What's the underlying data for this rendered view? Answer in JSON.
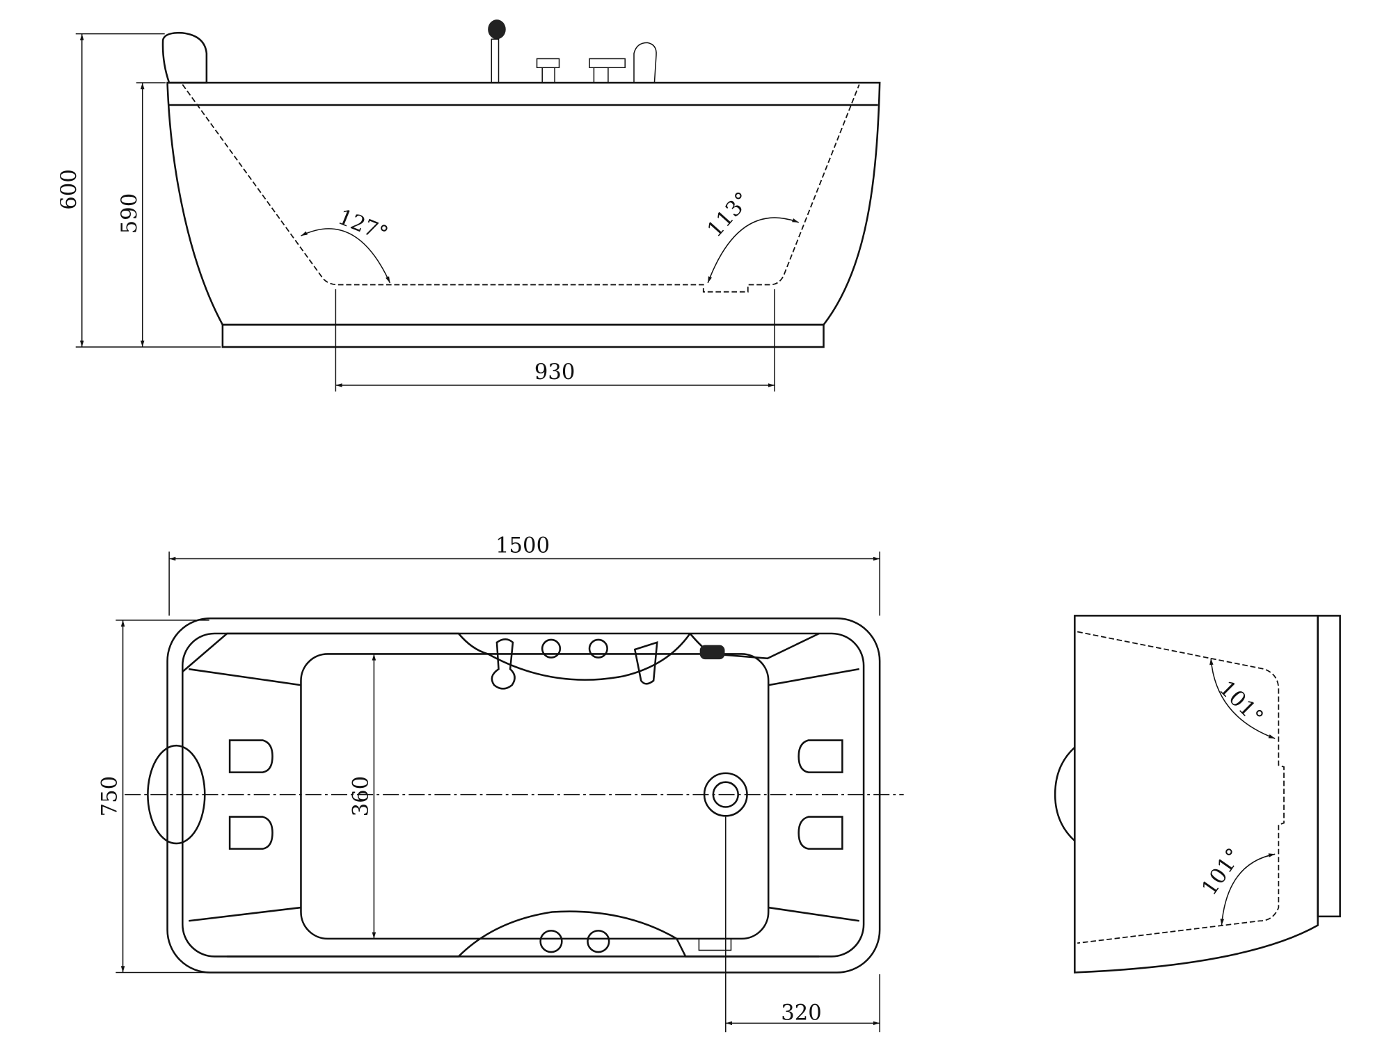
{
  "side_view": {
    "overall_height": "600",
    "rim_height": "590",
    "bottom_length": "930",
    "angle_left": "127°",
    "angle_right": "113°"
  },
  "plan_view": {
    "overall_length": "1500",
    "overall_width": "750",
    "basin_width": "360",
    "drain_offset": "320"
  },
  "end_view": {
    "angle_top": "101°",
    "angle_bottom": "101°"
  }
}
